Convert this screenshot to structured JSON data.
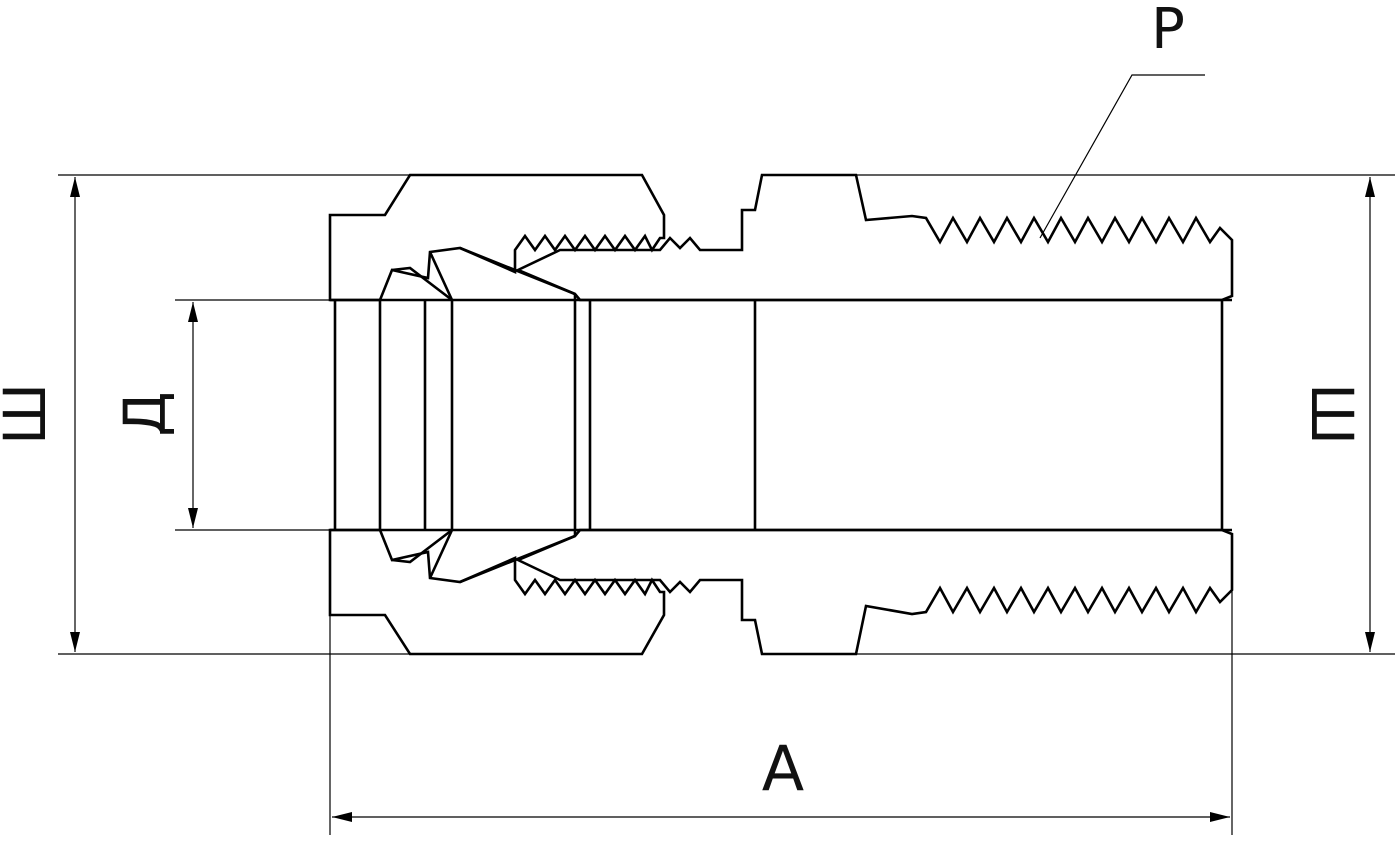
{
  "labels": {
    "thread": "Р",
    "hex_width_left": "Ш",
    "inner_diameter": "Д",
    "hex_width_right": "Ш",
    "length": "А"
  },
  "colors": {
    "line": "#000000",
    "background": "#ffffff"
  }
}
